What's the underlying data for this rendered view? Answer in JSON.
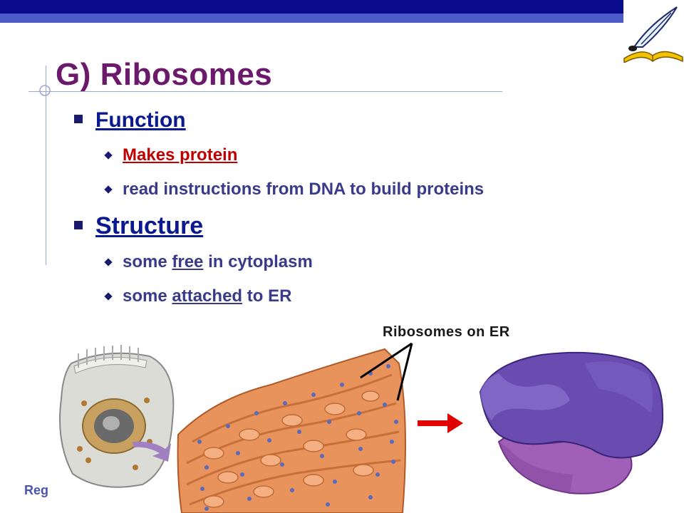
{
  "slide": {
    "title": "G) Ribosomes",
    "function_heading": "Function",
    "function_points": [
      "Makes protein",
      "read instructions from DNA to build proteins"
    ],
    "structure_heading": "Structure",
    "structure_points": {
      "free": {
        "pre": "some ",
        "key": "free",
        "post": " in cytoplasm"
      },
      "attached": {
        "pre": "some ",
        "key": "attached",
        "post": " to ER"
      }
    },
    "figure_label": "Ribosomes on ER",
    "footer_fragment": "Reg"
  },
  "colors": {
    "title": "#6b1a6b",
    "bullet_text": "#3a3a8a",
    "highlight_red": "#c00000",
    "top_bar": "#0a0a8c"
  },
  "icons": [
    "quill-and-book-icon",
    "square-bullet-icon",
    "diamond-bullet-icon",
    "red-arrow-icon"
  ]
}
